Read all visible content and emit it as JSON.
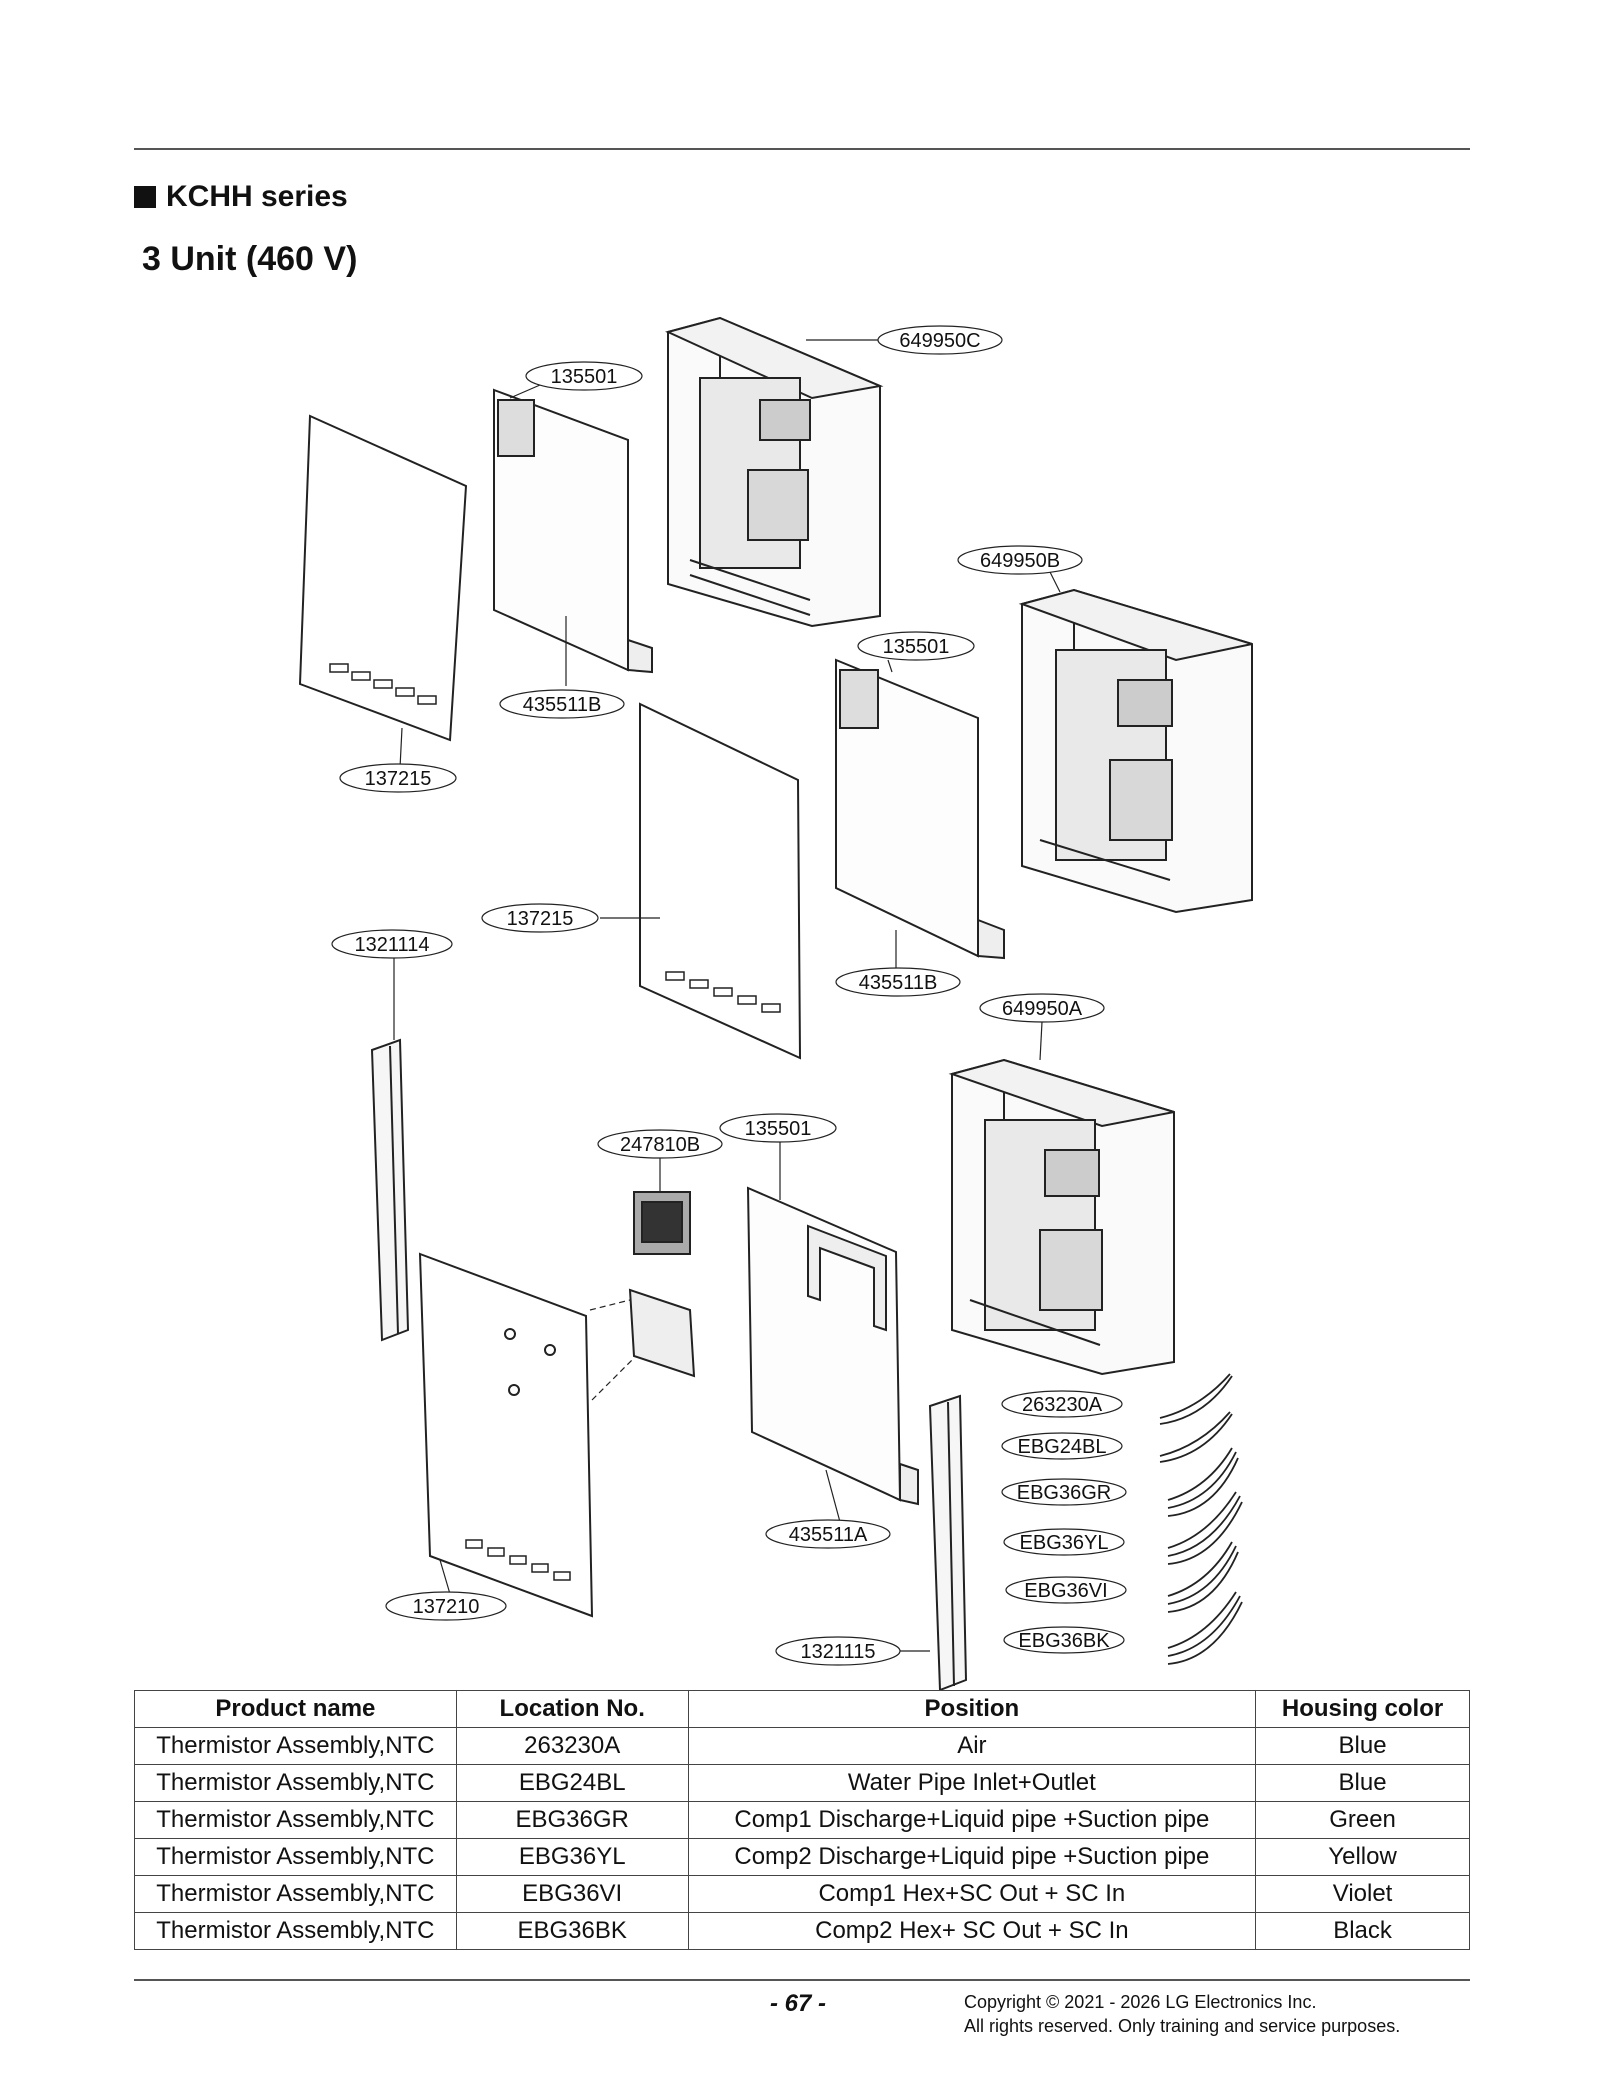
{
  "header": {
    "series": "KCHH series",
    "unit_title": "3 Unit (460 V)"
  },
  "callouts": [
    {
      "id": "c1",
      "label": "649950C"
    },
    {
      "id": "c2",
      "label": "135501"
    },
    {
      "id": "c3",
      "label": "649950B"
    },
    {
      "id": "c4",
      "label": "135501"
    },
    {
      "id": "c5",
      "label": "435511B"
    },
    {
      "id": "c6",
      "label": "137215"
    },
    {
      "id": "c7",
      "label": "137215"
    },
    {
      "id": "c8",
      "label": "1321114"
    },
    {
      "id": "c9",
      "label": "435511B"
    },
    {
      "id": "c10",
      "label": "649950A"
    },
    {
      "id": "c11",
      "label": "135501"
    },
    {
      "id": "c12",
      "label": "247810B"
    },
    {
      "id": "c13",
      "label": "263230A"
    },
    {
      "id": "c14",
      "label": "EBG24BL"
    },
    {
      "id": "c15",
      "label": "EBG36GR"
    },
    {
      "id": "c16",
      "label": "435511A"
    },
    {
      "id": "c17",
      "label": "EBG36YL"
    },
    {
      "id": "c18",
      "label": "EBG36VI"
    },
    {
      "id": "c19",
      "label": "137210"
    },
    {
      "id": "c20",
      "label": "EBG36BK"
    },
    {
      "id": "c21",
      "label": "1321115"
    }
  ],
  "table": {
    "headers": [
      "Product name",
      "Location No.",
      "Position",
      "Housing color"
    ],
    "rows": [
      [
        "Thermistor Assembly,NTC",
        "263230A",
        "Air",
        "Blue"
      ],
      [
        "Thermistor Assembly,NTC",
        "EBG24BL",
        "Water Pipe Inlet+Outlet",
        "Blue"
      ],
      [
        "Thermistor Assembly,NTC",
        "EBG36GR",
        "Comp1 Discharge+Liquid pipe +Suction pipe",
        "Green"
      ],
      [
        "Thermistor Assembly,NTC",
        "EBG36YL",
        "Comp2 Discharge+Liquid pipe +Suction pipe",
        "Yellow"
      ],
      [
        "Thermistor Assembly,NTC",
        "EBG36VI",
        "Comp1 Hex+SC Out + SC In",
        "Violet"
      ],
      [
        "Thermistor Assembly,NTC",
        "EBG36BK",
        "Comp2 Hex+ SC Out + SC In",
        "Black"
      ]
    ]
  },
  "footer": {
    "page_number": "- 67 -",
    "copyright_line1": "Copyright © 2021 - 2026 LG Electronics Inc.",
    "copyright_line2": "All rights reserved. Only training and service purposes."
  }
}
